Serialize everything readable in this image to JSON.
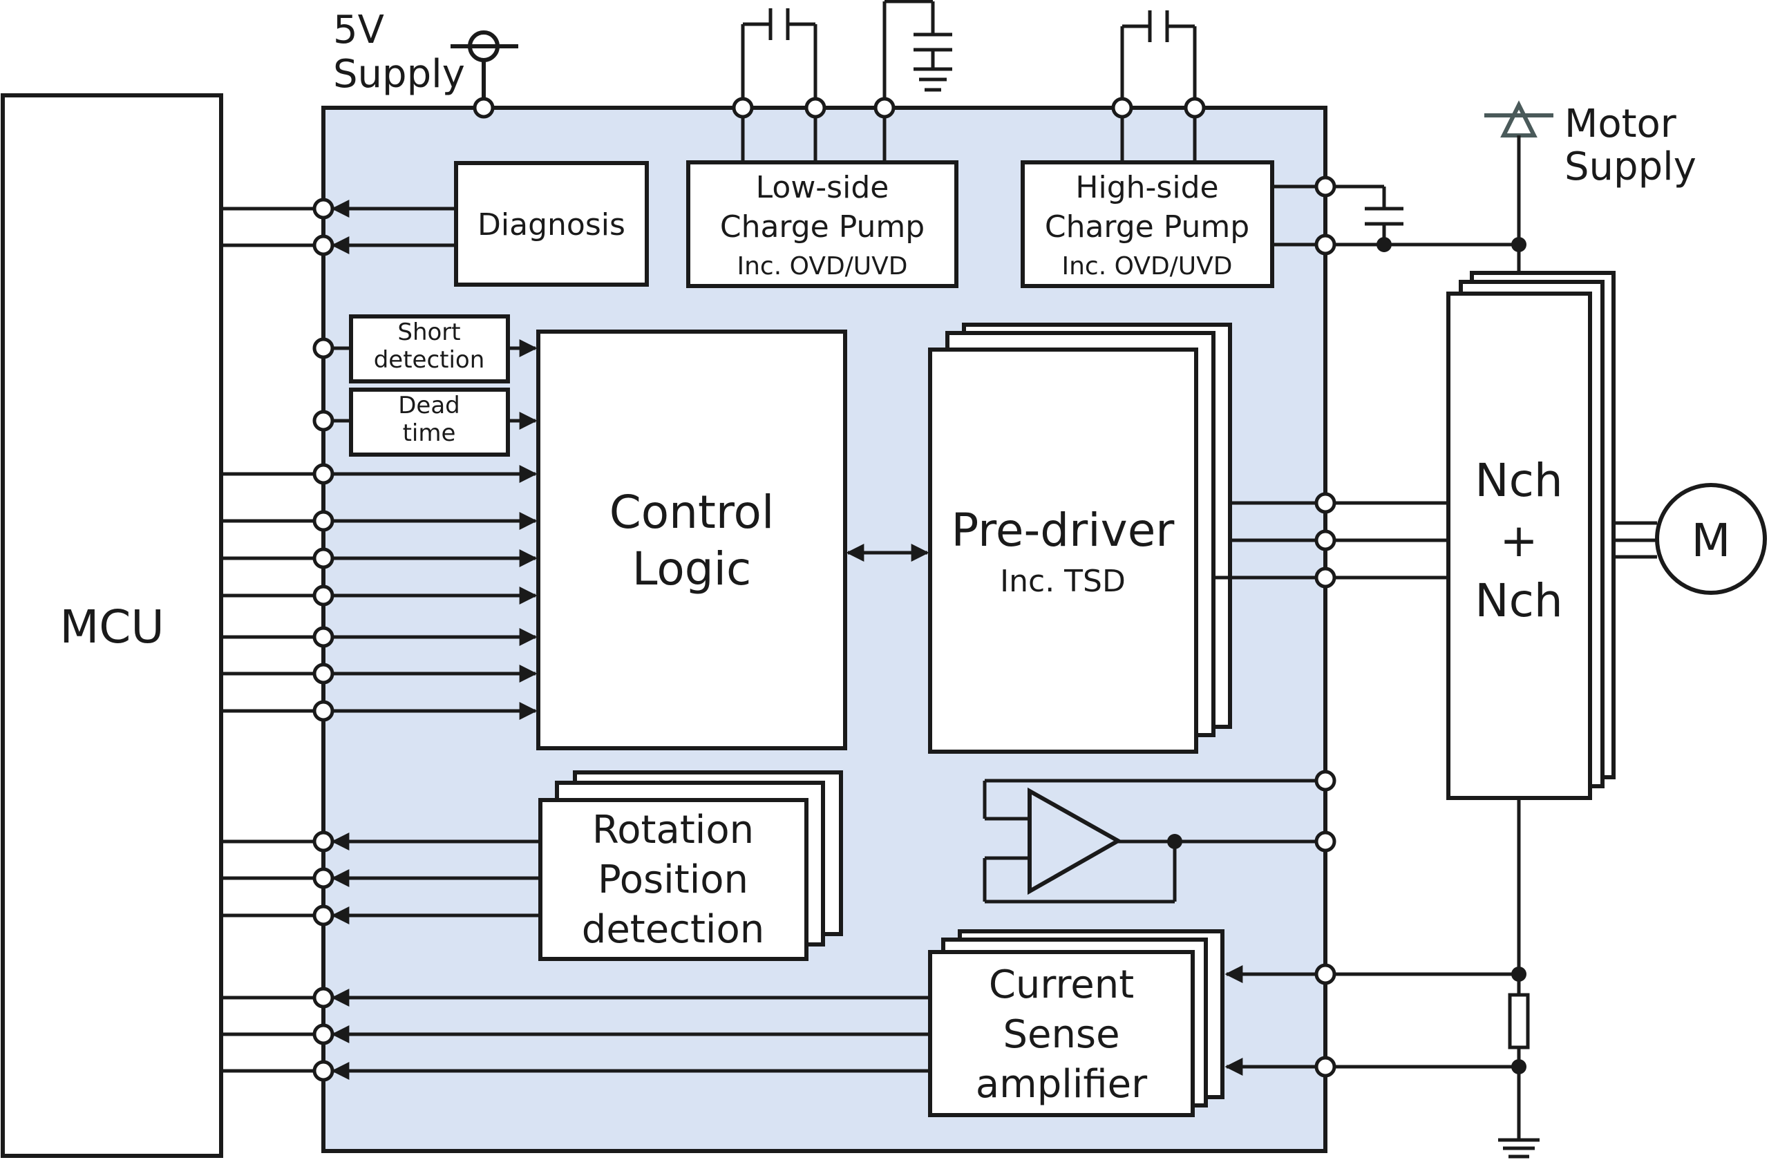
{
  "labels": {
    "five_v_1": "5V",
    "five_v_2": "Supply",
    "motor_1": "Motor",
    "motor_2": "Supply",
    "mcu": "MCU",
    "diagnosis": "Diagnosis",
    "lscp_1": "Low-side",
    "lscp_2": "Charge Pump",
    "lscp_3": "Inc. OVD/UVD",
    "hscp_1": "High-side",
    "hscp_2": "Charge Pump",
    "hscp_3": "Inc. OVD/UVD",
    "short_1": "Short",
    "short_2": "detection",
    "dead_1": "Dead",
    "dead_2": "time",
    "ctrl_1": "Control",
    "ctrl_2": "Logic",
    "pre_1": "Pre-driver",
    "pre_2": "Inc. TSD",
    "nch_1": "Nch",
    "nch_2": "+",
    "nch_3": "Nch",
    "motor_m": "M",
    "rot_1": "Rotation",
    "rot_2": "Position",
    "rot_3": "detection",
    "cs_1": "Current",
    "cs_2": "Sense",
    "cs_3": "amplifier"
  },
  "colors": {
    "chip_fill": "#d9e3f3",
    "line": "#1a1a1a",
    "motor_supply_symbol": "#4a5a5a"
  }
}
